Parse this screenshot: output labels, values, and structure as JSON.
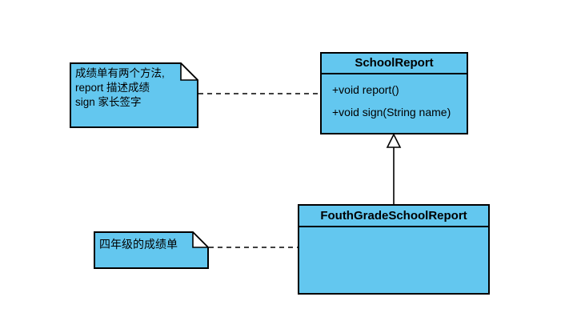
{
  "diagram": {
    "type": "uml-class-diagram",
    "colors": {
      "node_fill": "#63c7ef",
      "node_stroke": "#000000",
      "connector": "#000000",
      "fold_fill": "#ffffff",
      "background": "#ffffff"
    },
    "notes": [
      {
        "id": "note-top",
        "lines": [
          "成绩单有两个方法,",
          "report 描述成绩",
          "sign 家长签字"
        ],
        "attached_to": "SchoolReport"
      },
      {
        "id": "note-bottom",
        "lines": [
          "四年级的成绩单"
        ],
        "attached_to": "FouthGradeSchoolReport"
      }
    ],
    "classes": [
      {
        "name": "SchoolReport",
        "methods": [
          "+void report()",
          "+void sign(String name)"
        ]
      },
      {
        "name": "FouthGradeSchoolReport",
        "methods": []
      }
    ],
    "relations": [
      {
        "type": "generalization",
        "from": "FouthGradeSchoolReport",
        "to": "SchoolReport"
      },
      {
        "type": "note-anchor",
        "from": "note-top",
        "to": "SchoolReport"
      },
      {
        "type": "note-anchor",
        "from": "note-bottom",
        "to": "FouthGradeSchoolReport"
      }
    ]
  }
}
